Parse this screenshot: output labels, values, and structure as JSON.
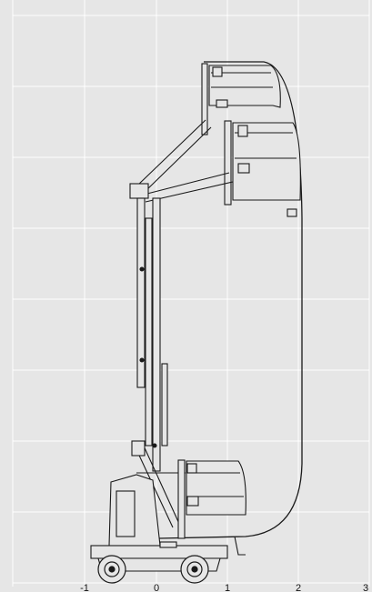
{
  "diagram": {
    "background": "#e6e6e6",
    "grid_color": "#ffffff",
    "line_color": "#1a1a1a",
    "grid": true,
    "x_axis": {
      "ticks": [
        "-1",
        "0",
        "1",
        "2",
        "3"
      ]
    }
  }
}
